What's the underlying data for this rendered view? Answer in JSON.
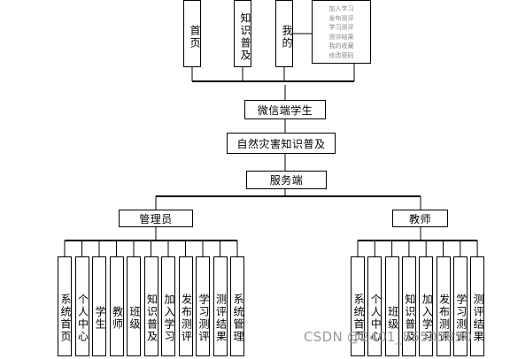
{
  "top_menu": {
    "home": "首页",
    "knowledge": "知识普及",
    "mine": "我的"
  },
  "mine_items": [
    "加入学习",
    "发布测评",
    "学习测评",
    "测评结果",
    "我的收藏",
    "修改密码"
  ],
  "levels": {
    "client": "微信端学生",
    "system": "自然灾害知识普及",
    "server": "服务端"
  },
  "admin": {
    "title": "管理员",
    "modules": [
      "系统首页",
      "个人中心",
      "学生",
      "教师",
      "班级",
      "知识普及",
      "加入学习",
      "发布测评",
      "学习测评",
      "测评结果",
      "系统管理"
    ]
  },
  "teacher": {
    "title": "教师",
    "modules": [
      "系统首页",
      "个人中心",
      "班级",
      "知识普及",
      "加入学习",
      "发布测评",
      "学习测评",
      "测评结果"
    ]
  },
  "watermark": "CSDN @2401_85505850"
}
